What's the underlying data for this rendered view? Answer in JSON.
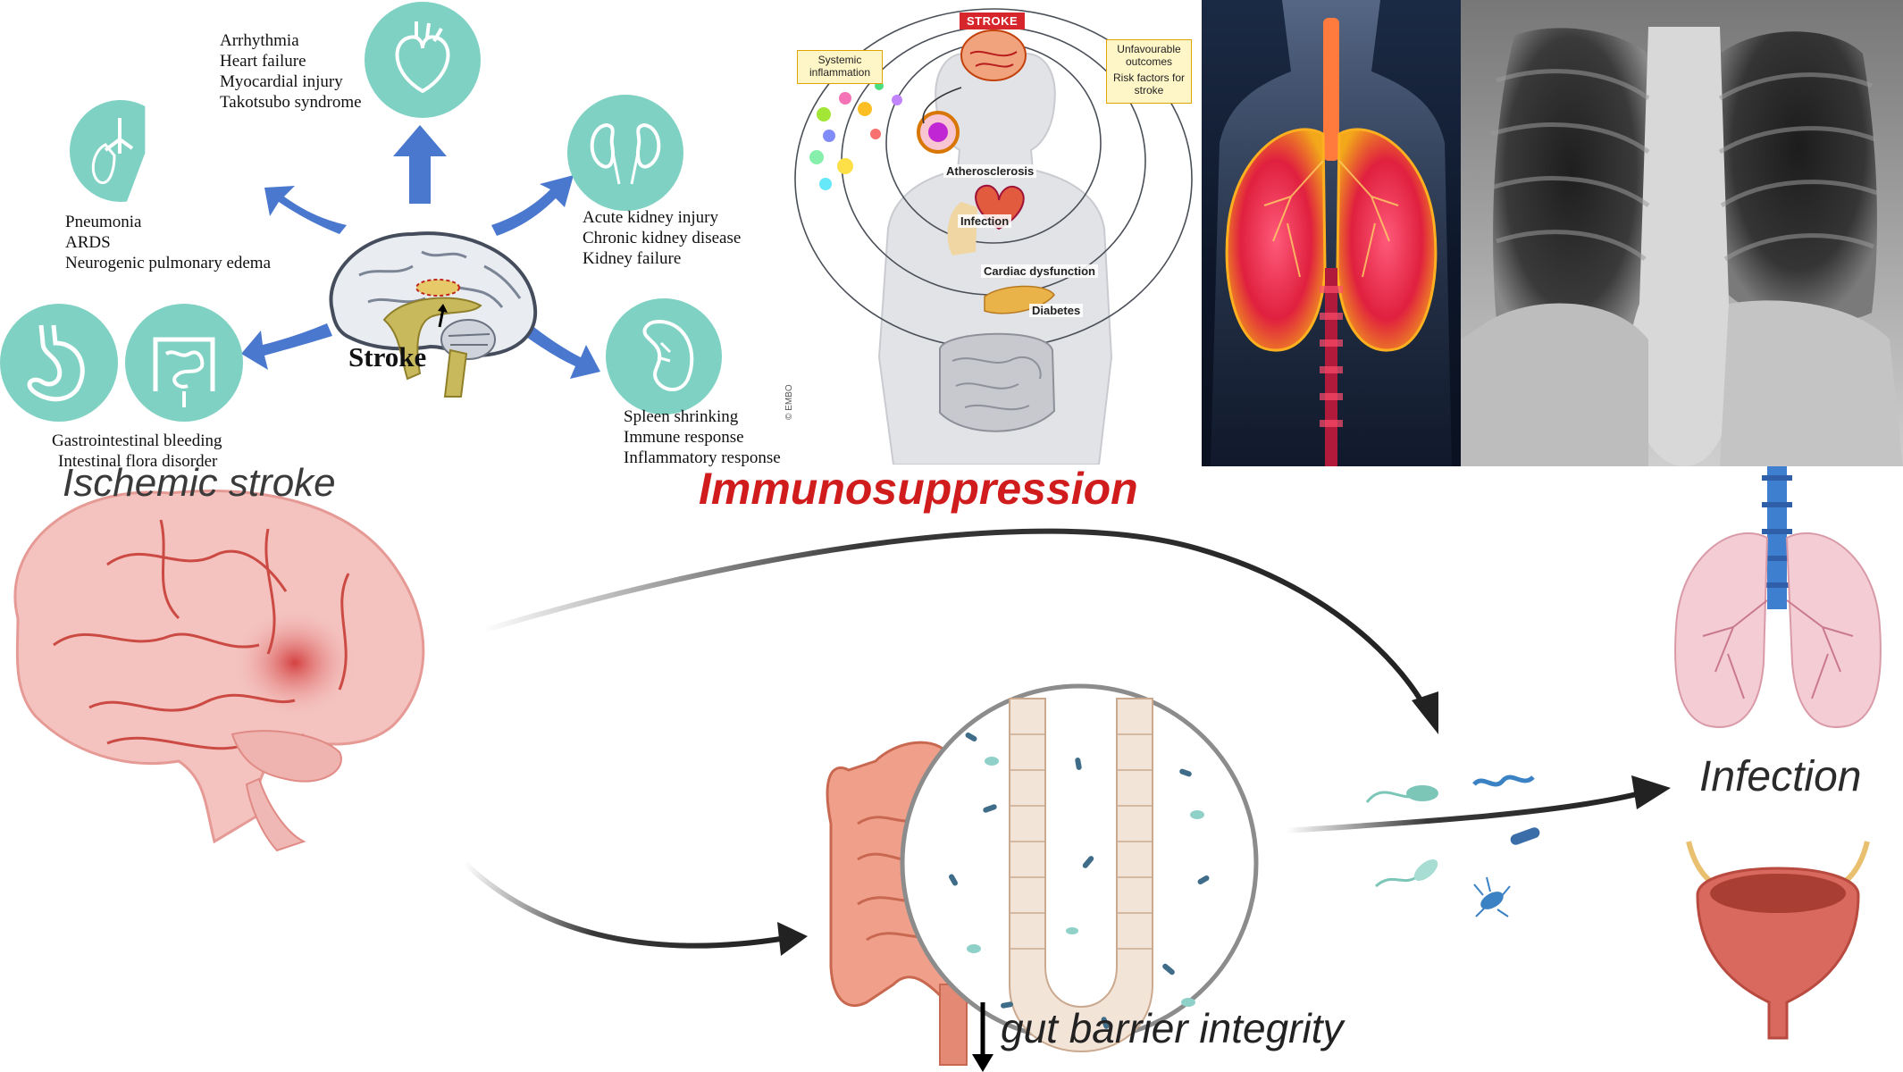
{
  "panel_a": {
    "center_label": "Stroke",
    "heart_effects": [
      "Arrhythmia",
      "Heart failure",
      "Myocardial injury",
      "Takotsubo syndrome"
    ],
    "lung_effects": [
      "Pneumonia",
      "ARDS",
      "Neurogenic pulmonary edema"
    ],
    "kidney_effects": [
      "Acute kidney injury",
      "Chronic kidney disease",
      "Kidney failure"
    ],
    "gut_effects": [
      "Gastrointestinal bleeding",
      "Intestinal flora disorder"
    ],
    "spleen_effects": [
      "Spleen shrinking",
      "Immune response",
      "Inflammatory response"
    ],
    "colors": {
      "circle": "#7fd1c3",
      "arrow": "#4a78cf"
    },
    "icons": [
      "heart-icon",
      "lungs-icon",
      "kidneys-icon",
      "stomach-icon",
      "intestine-icon",
      "spleen-icon",
      "brain-icon"
    ]
  },
  "panel_b": {
    "banner": "STROKE",
    "callouts": {
      "systemic": "Systemic inflammation",
      "unfavourable": "Unfavourable outcomes",
      "risk": "Risk factors for stroke"
    },
    "labels": {
      "atherosclerosis": "Atherosclerosis",
      "infection": "Infection",
      "cardiac": "Cardiac dysfunction",
      "diabetes": "Diabetes"
    },
    "credit": "© EMBO",
    "colors": {
      "banner": "#d7262b",
      "callout_border": "#e0a400"
    }
  },
  "panel_c": {
    "title": "Ischemic stroke",
    "immuno_label": "Immunosuppression",
    "infection_label": "Infection",
    "gut_label": "gut barrier integrity",
    "down_arrow": "↓",
    "colors": {
      "immuno": "#d01c1c",
      "brain": "#f2b3b0",
      "lesion": "#d23a3a"
    },
    "icons": [
      "brain-icon",
      "lungs-icon",
      "bladder-icon",
      "intestine-icon",
      "bacteria-icon"
    ]
  }
}
